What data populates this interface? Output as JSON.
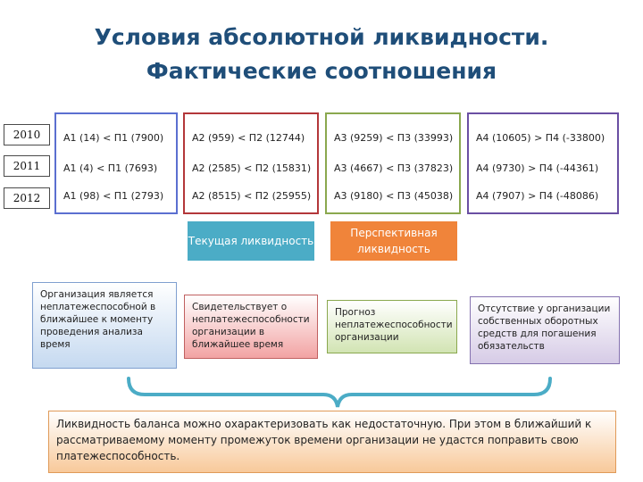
{
  "title": {
    "line1": "Условия абсолютной ликвидности.",
    "line2": "Фактические соотношения"
  },
  "years": [
    "2010",
    "2011",
    "2012"
  ],
  "columns": [
    {
      "cells": [
        "А1 (14) < П1 (7900)",
        "А1 (4) < П1 (7693)",
        "А1 (98) < П1 (2793)"
      ]
    },
    {
      "cells": [
        "А2 (959) < П2 (12744)",
        "А2 (2585) < П2 (15831)",
        "А2 (8515) < П2 (25955)"
      ]
    },
    {
      "cells": [
        "А3 (9259) < П3 (33993)",
        "А3 (4667) < П3 (37823)",
        "А3 (9180) < П3 (45038)"
      ]
    },
    {
      "cells": [
        "А4 (10605) > П4 (-33800)",
        "А4 (9730) > П4 (-44361)",
        "А4 (7907) > П4 (-48086)"
      ]
    }
  ],
  "headers": {
    "current": "Текущая ликвидность",
    "prospective": "Перспективная ликвидность"
  },
  "descriptions": {
    "d1": "Организация является неплатежеспособной в ближайшее к моменту проведения анализа время",
    "d2": "Свидетельствует о неплатежеспособности организации в ближайшее время",
    "d3": "Прогноз неплатежеспособности организации",
    "d4": "Отсутствие у организации собственных оборотных средств для погашения обязательств"
  },
  "summary": "Ликвидность баланса можно охарактеризовать как недостаточную. При этом в ближайший к рассматриваемому моменту промежуток времени организации не удастся поправить свою платежеспособность.",
  "colors": {
    "title": "#1f4e79",
    "current_header": "#4bacc6",
    "prospective_header": "#f0843a",
    "brace": "#4bacc6"
  }
}
